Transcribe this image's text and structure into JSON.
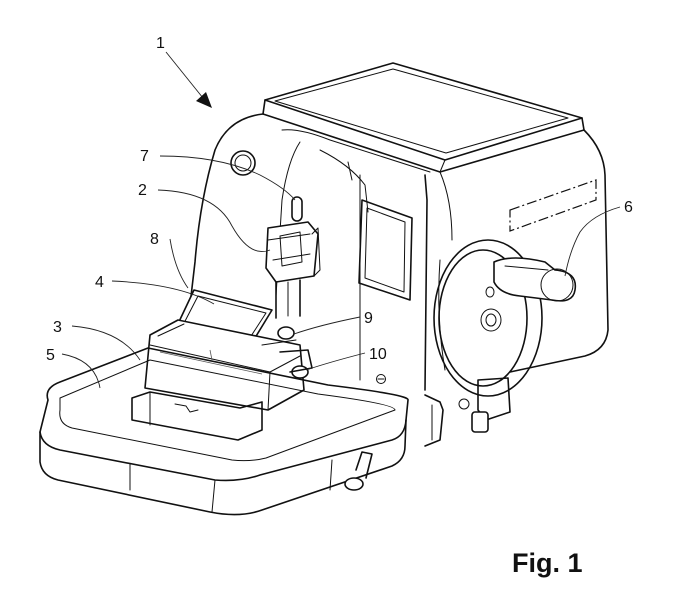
{
  "figure": {
    "caption": "Fig. 1",
    "reference_numerals": [
      {
        "id": "r1",
        "label": "1"
      },
      {
        "id": "r2",
        "label": "2"
      },
      {
        "id": "r3",
        "label": "3"
      },
      {
        "id": "r4",
        "label": "4"
      },
      {
        "id": "r5",
        "label": "5"
      },
      {
        "id": "r6",
        "label": "6"
      },
      {
        "id": "r7",
        "label": "7"
      },
      {
        "id": "r8",
        "label": "8"
      },
      {
        "id": "r9",
        "label": "9"
      },
      {
        "id": "r10",
        "label": "10"
      }
    ]
  }
}
